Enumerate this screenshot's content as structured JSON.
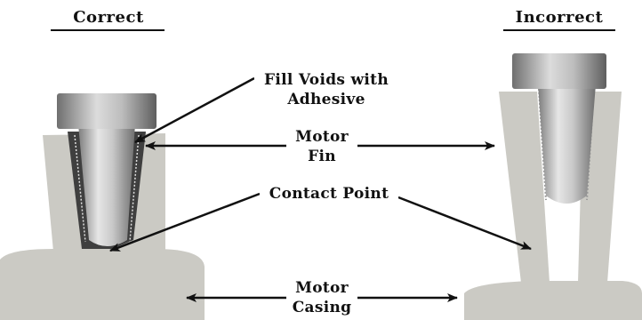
{
  "headings": {
    "correct": "Correct",
    "incorrect": "Incorrect"
  },
  "labels": {
    "fill_voids_line1": "Fill Voids with",
    "fill_voids_line2": "Adhesive",
    "motor_fin_line1": "Motor",
    "motor_fin_line2": "Fin",
    "contact_point": "Contact Point",
    "motor_casing_line1": "Motor",
    "motor_casing_line2": "Casing"
  }
}
